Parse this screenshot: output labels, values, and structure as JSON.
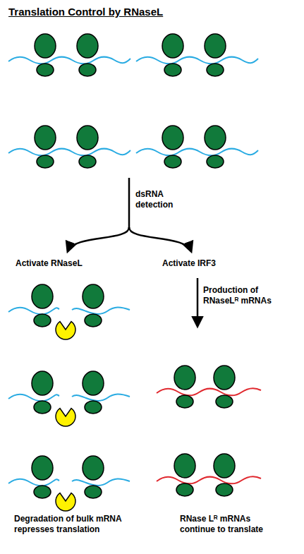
{
  "diagram": {
    "title": "Translation Control by RNaseL",
    "labels": [
      "dsRNA detection",
      "Activate RNaseL",
      "Activate IRF3",
      "Production of RNaseLᴿ mRNAs",
      "Degradation of bulk mRNA represses translation",
      "RNase Lᴿ mRNAs continue to translate"
    ]
  }
}
